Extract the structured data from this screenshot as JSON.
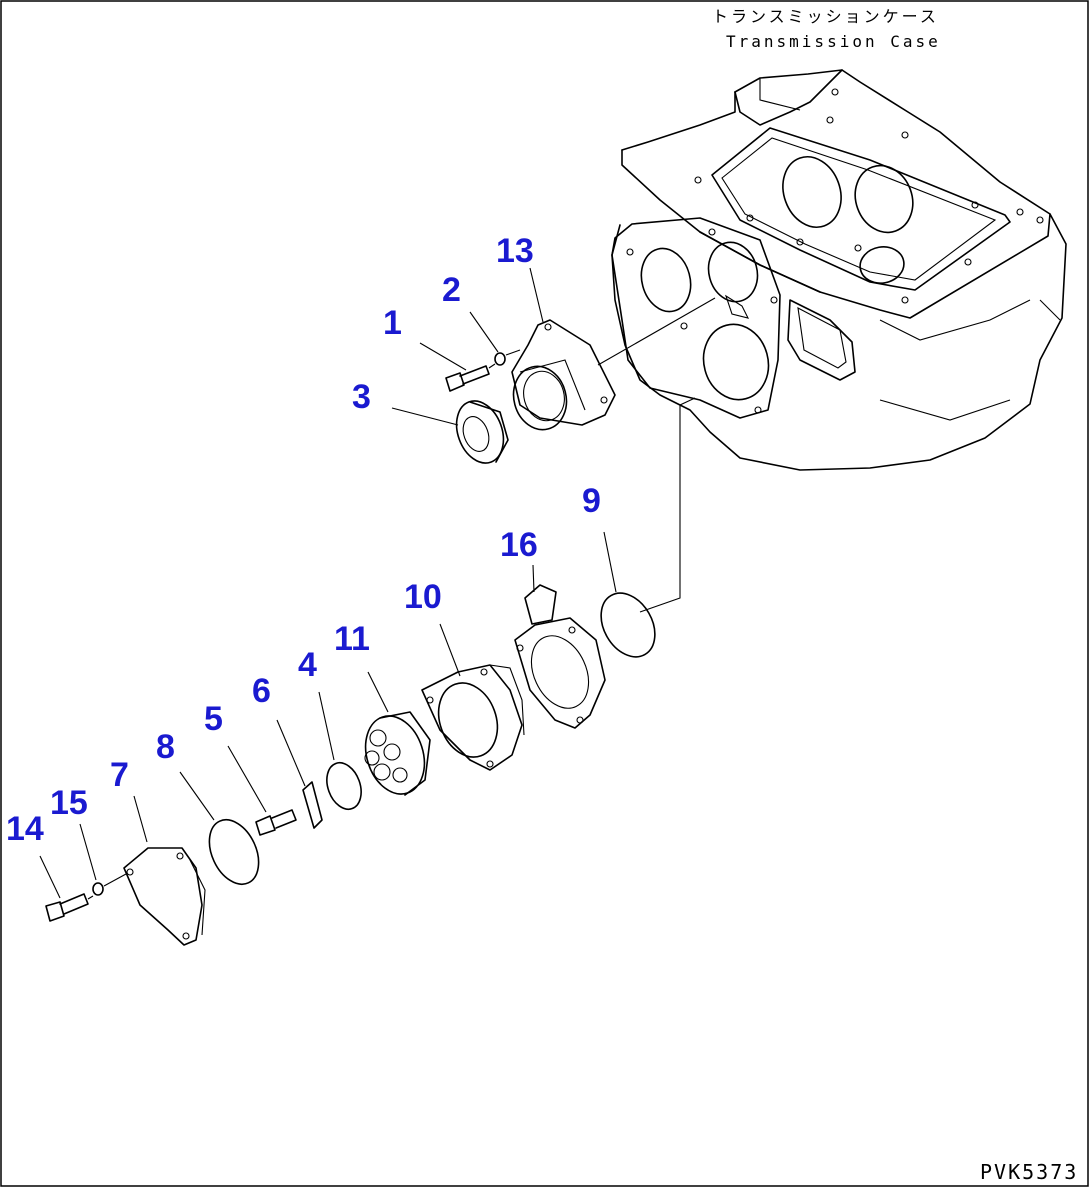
{
  "header": {
    "caption_jp": "トランスミッションケース",
    "caption_en": "Transmission Case"
  },
  "callouts": {
    "c1": "1",
    "c2": "2",
    "c3": "3",
    "c4": "4",
    "c5": "5",
    "c6": "6",
    "c7": "7",
    "c8": "8",
    "c9": "9",
    "c10": "10",
    "c11": "11",
    "c13": "13",
    "c14": "14",
    "c15": "15",
    "c16": "16"
  },
  "footer": {
    "drawing_code": "PVK5373"
  },
  "colors": {
    "callout": "#1a1ad0",
    "line": "#000000",
    "background": "#ffffff"
  }
}
